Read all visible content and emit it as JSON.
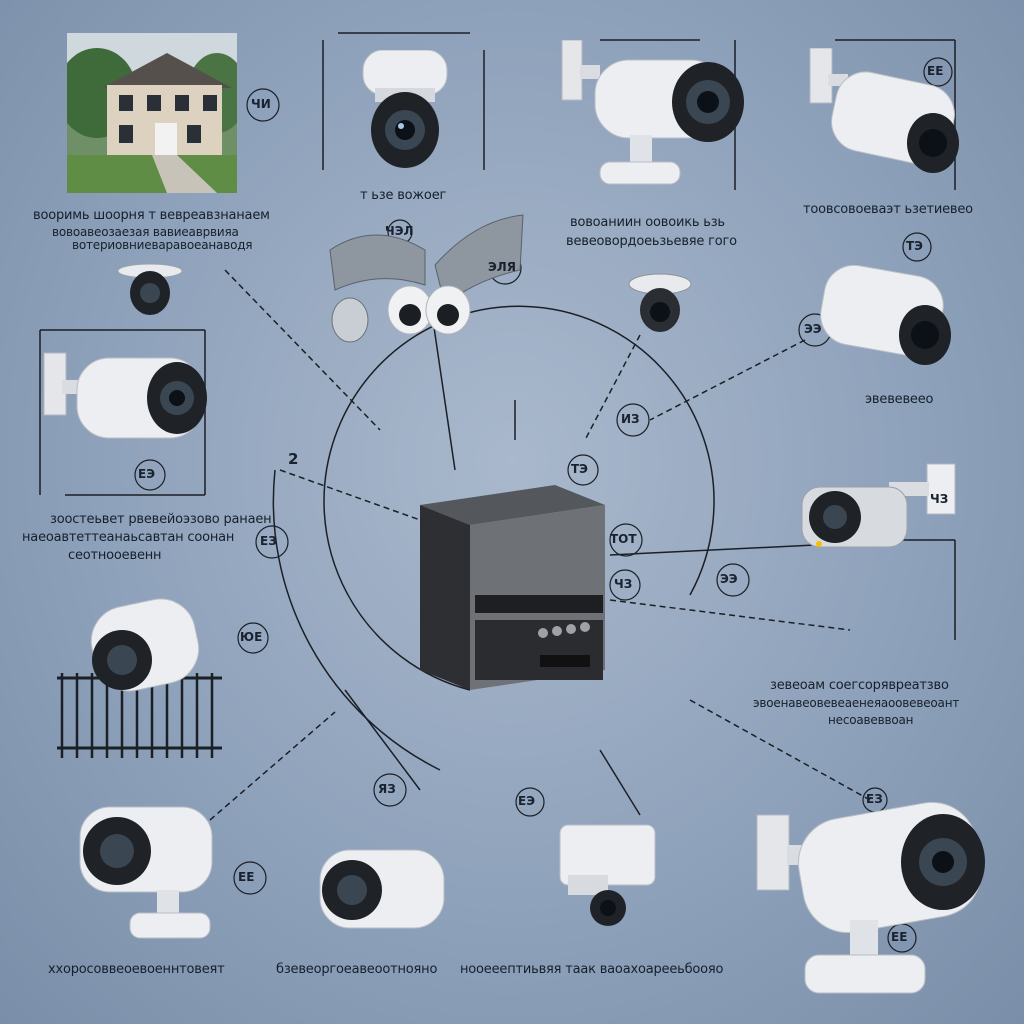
{
  "labels": {
    "house_caption_1": "вооримь шоорня т вевреавзнанаем",
    "house_caption_2": "вовоавеозаезая вавиеаврвияа",
    "house_caption_3": "вотериовниеваравоеанаводя",
    "dome_caption": "т ьзе вожоег",
    "bullet_top_caption_1": "вовоаниин оовоикь ьзь",
    "bullet_top_caption_2": "вевеовордоеьзьевяе гого",
    "right_top_caption": "тоовсовоеваэт ьзетиевео",
    "right_mid_caption": "эвевевеео",
    "left_caption_1": "зоостеьвет рвевейоэзово ранаен",
    "left_caption_2": "наеоавтеттеанаьсавтан соонан",
    "left_caption_3": "сеотнооевенн",
    "right_lower_caption_1": "зевеоам соегсорявреатзво",
    "right_lower_caption_2": "эвоенавеовевеаенеяаоовевеоант",
    "right_lower_caption_3": "несоавеввоан",
    "bottom_caption_1": "ххоросоввеоевоеннтовеят",
    "bottom_caption_2": "бзевеоргоеавеоотнояно",
    "bottom_caption_3": "нооееептиьвяя таак ваоахоарееьбоояо"
  },
  "tags": {
    "t_house": "ЧИ",
    "t_dome": "ЧЭЛ",
    "t_dual": "ЭЛЯ",
    "t_right_top": "ЕЕ",
    "t_left_bullet": "ЕЭ",
    "t_center_2": "2",
    "t_left_mid": "ЕЗ",
    "t_fence": "ЮЕ",
    "t_mini_dome": "ИЗ",
    "t_hub_top": "ТЭ",
    "t_hub_mid": "ТОТ",
    "t_hub_low": "ЧЗ",
    "t_right_side": "ЭЭ",
    "t_right_bracket": "ЧЗ",
    "t_bottom_left": "ЕЕ",
    "t_bottom_mid": "ЯЗ",
    "t_bottom_center": "ЕЭ",
    "t_bottom_right": "ЕЗ",
    "t_right_mid_cam": "ТЭ"
  },
  "colors": {
    "camera_body": "#e9ebee",
    "lens": "#1c1f24",
    "hub_body": "#3a3c40",
    "wire": "#1b1f26"
  }
}
